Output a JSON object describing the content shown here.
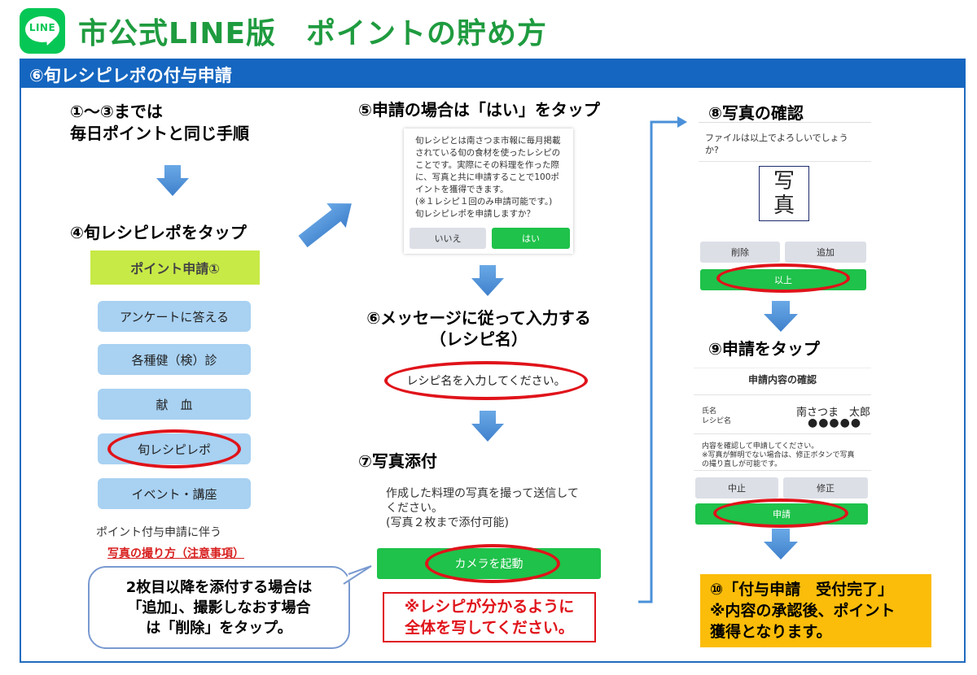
{
  "header": {
    "logo_text": "LINE",
    "title": "市公式LINE版　ポイントの貯め方"
  },
  "section": {
    "title": "⑥旬レシピレポの付与申請"
  },
  "left": {
    "step1_3_line1": "①～③までは",
    "step1_3_line2": "毎日ポイントと同じ手順",
    "step4_title": "④旬レシピレポをタップ",
    "menu_header": "ポイント申請①",
    "menu_items": [
      "アンケートに答える",
      "各種健（検）診",
      "献　血",
      "旬レシピレポ",
      "イベント・講座"
    ],
    "note": "ポイント付与申請に伴う",
    "link": "写真の撮り方（注意事項）",
    "callout_line1": "2枚目以降を添付する場合は",
    "callout_line2": "「追加」、撮影しなおす場合",
    "callout_line3": "は「削除」をタップ。"
  },
  "middle": {
    "step5_title": "⑤申請の場合は「はい」をタップ",
    "dialog_lines": [
      "旬レシピとは南さつま市報に毎月掲載",
      "されている旬の食材を使ったレシピの",
      "ことです。実際にその料理を作った際",
      "に、写真と共に申請することで100ポ",
      "イントを獲得できます。",
      "(※１レシピ１回のみ申請可能です。)",
      "旬レシピレポを申請しますか？"
    ],
    "no_label": "いいえ",
    "yes_label": "はい",
    "step6_line1": "⑥メッセージに従って入力する",
    "step6_line2": "（レシピ名）",
    "input_prompt": "レシピ名を入力してください。",
    "step7_title": "⑦写真添付",
    "photo_line1": "作成した料理の写真を撮って送信して",
    "photo_line2": "ください。",
    "photo_line3": "(写真２枚まで添付可能)",
    "camera_label": "カメラを起動",
    "warn_line1": "※レシピが分かるように",
    "warn_line2": "全体を写してください。"
  },
  "right": {
    "step8_title": "⑧写真の確認",
    "confirm_line1": "ファイルは以上でよろしいでしょう",
    "confirm_line2": "か?",
    "photo_char1": "写",
    "photo_char2": "真",
    "delete_label": "削除",
    "add_label": "追加",
    "ok_label": "以上",
    "step9_title": "⑨申請をタップ",
    "review_title": "申請内容の確認",
    "field_name": "氏名",
    "field_recipe": "レシピ名",
    "name_value": "南さつま　太郎",
    "recipe_value": "●●●●●",
    "review_note1": "内容を確認して申請してください。",
    "review_note2": "※写真が鮮明でない場合は、修正ボタンで写真",
    "review_note3": "の撮り直しが可能です。",
    "cancel_label": "中止",
    "edit_label": "修正",
    "submit_label": "申請",
    "final_line1": "⑩「付与申請　受付完了」",
    "final_line2": "※内容の承認後、ポイント",
    "final_line3": "獲得となります。"
  },
  "colors": {
    "brand_green": "#06c755",
    "title_green": "#1f9b3f",
    "section_blue": "#1566c0",
    "arrow_blue": "#4a90d9",
    "red": "#e0131a",
    "final_yellow": "#fbbd0a"
  }
}
